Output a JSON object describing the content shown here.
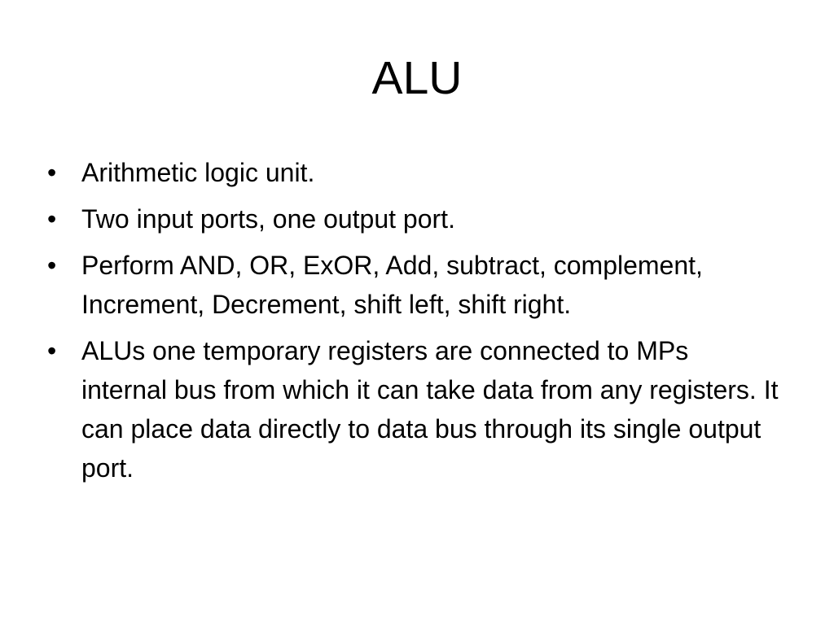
{
  "slide": {
    "title": "ALU",
    "bullet_symbol": "•",
    "bullets": [
      "Arithmetic logic unit.",
      "Two input ports, one output port.",
      "Perform AND, OR, ExOR, Add, subtract, complement, Increment, Decrement, shift left, shift right.",
      "ALUs one temporary registers are connected to MPs internal bus from which it can take data from any registers. It can place data directly to data bus through its single output port."
    ]
  }
}
